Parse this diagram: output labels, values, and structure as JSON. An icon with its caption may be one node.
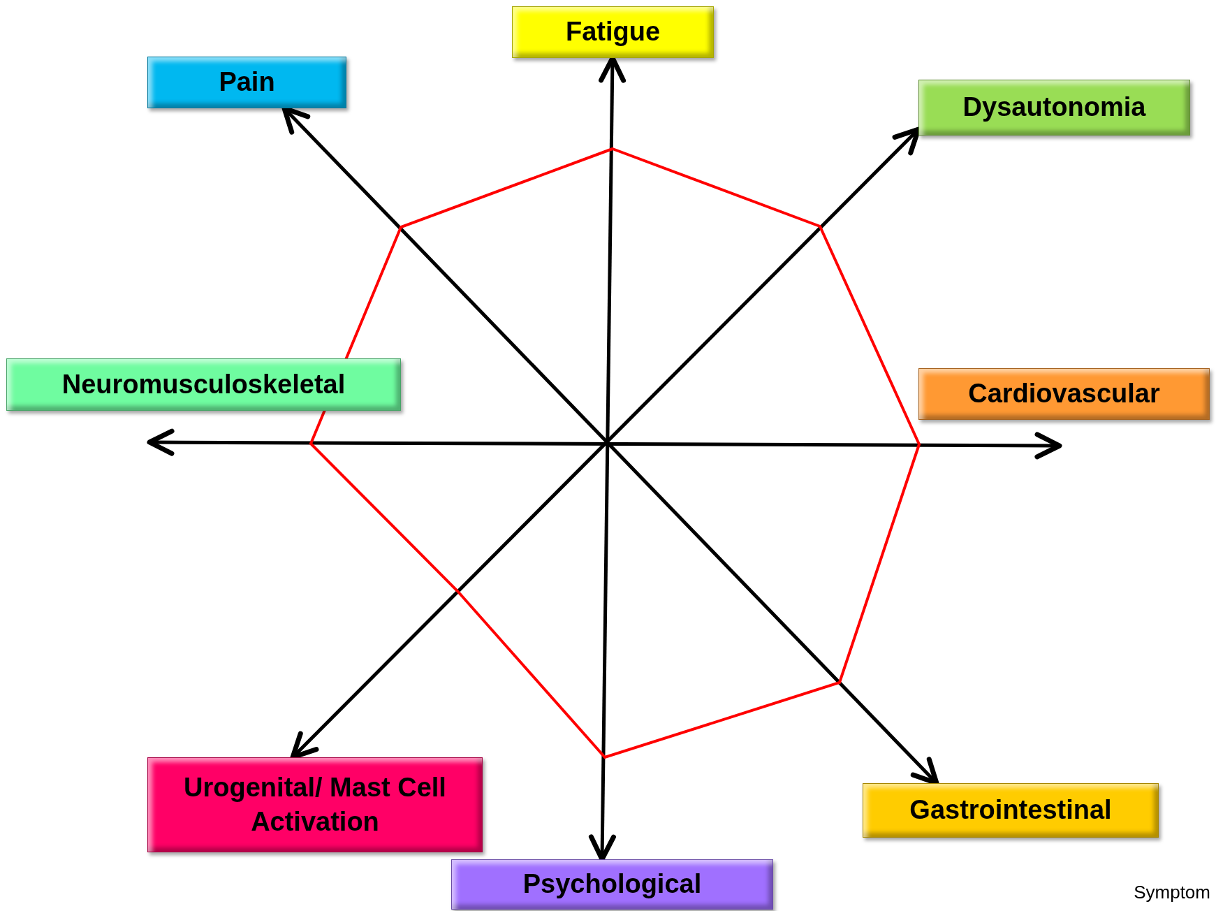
{
  "diagram": {
    "nodes": [
      {
        "text": [
          "Fatigue"
        ]
      },
      {
        "text": [
          "Pain"
        ]
      },
      {
        "text": [
          "Dysautonomia"
        ]
      },
      {
        "text": [
          "Neuromusculoskeletal"
        ]
      },
      {
        "text": [
          "Cardiovascular"
        ]
      },
      {
        "text": [
          "Gastrointestinal"
        ]
      },
      {
        "text": [
          "Urogenital/ Mast Cell Activation"
        ]
      },
      {
        "text": [
          "Psychological"
        ]
      }
    ],
    "edges": [
      {
        "from": 0,
        "to": 7,
        "arrow": "both"
      },
      {
        "from": 1,
        "to": 5,
        "arrow": "both"
      },
      {
        "from": 2,
        "to": 6,
        "arrow": "both"
      },
      {
        "from": 3,
        "to": 4,
        "arrow": "both"
      }
    ],
    "labels": [
      "Symptom"
    ]
  }
}
